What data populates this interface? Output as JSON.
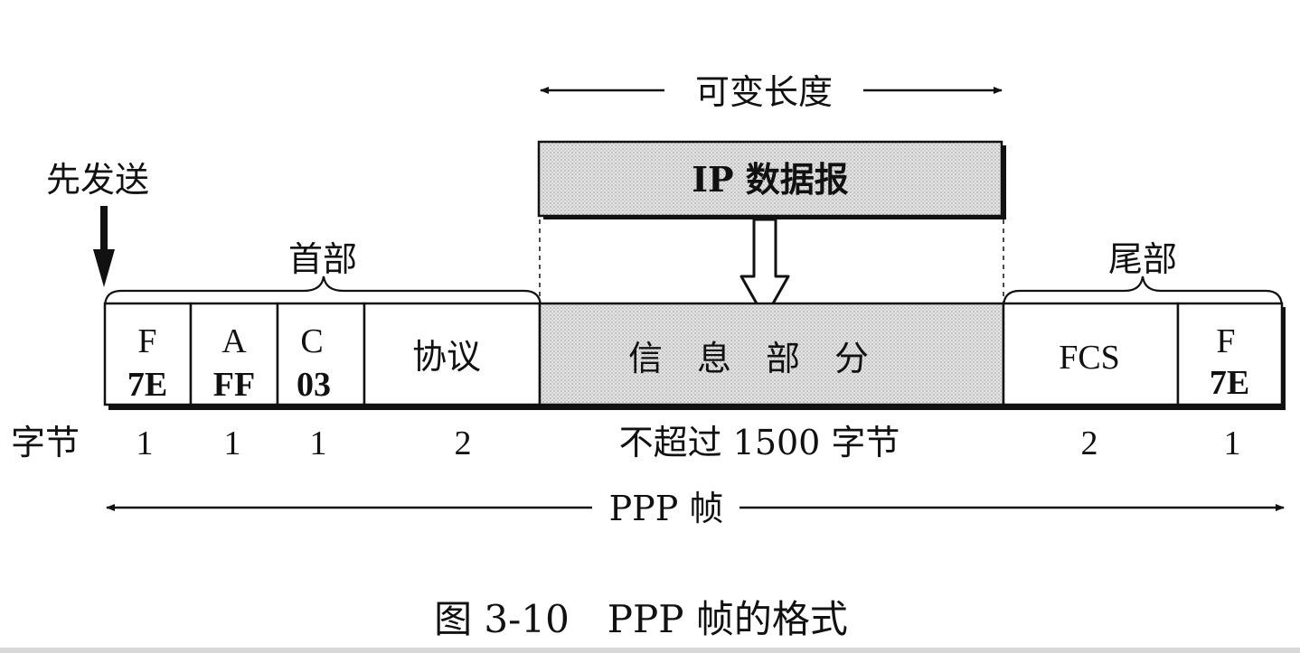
{
  "variable_length_label": "可变长度",
  "first_send_label": "先发送",
  "header_label": "首部",
  "trailer_label": "尾部",
  "ip_datagram_label": "IP 数据报",
  "fields": [
    {
      "name": "F",
      "value": "7E"
    },
    {
      "name": "A",
      "value": "FF"
    },
    {
      "name": "C",
      "value": "03"
    },
    {
      "name": "协议",
      "value": ""
    },
    {
      "name": "信　息　部　分",
      "value": ""
    },
    {
      "name": "FCS",
      "value": ""
    },
    {
      "name": "F",
      "value": "7E"
    }
  ],
  "bytes_label": "字节",
  "byte_counts": [
    "1",
    "1",
    "1",
    "2",
    "不超过 1500 字节",
    "2",
    "1"
  ],
  "frame_label": "PPP 帧",
  "caption": "图 3-10　PPP 帧的格式",
  "colors": {
    "shade": "#d9d9d9",
    "line": "#111111"
  }
}
